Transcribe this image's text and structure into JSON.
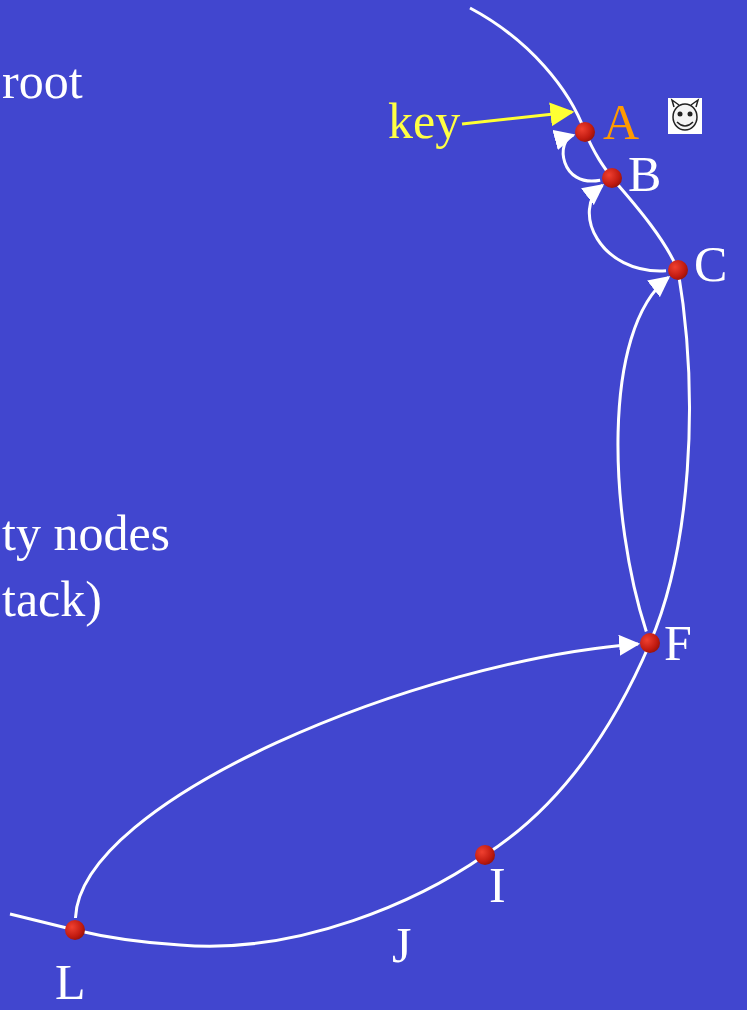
{
  "diagram": {
    "nodes": [
      {
        "text": [
          "A"
        ]
      },
      {
        "text": [
          "B"
        ]
      },
      {
        "text": [
          "C"
        ]
      },
      {
        "text": [
          "F"
        ]
      },
      {
        "text": [
          "I"
        ]
      },
      {
        "text": [
          "L"
        ]
      }
    ],
    "edges": [
      {
        "from": 5,
        "to": 3,
        "arrow": "to"
      },
      {
        "from": 3,
        "to": 2,
        "arrow": "to"
      },
      {
        "from": 2,
        "to": 1,
        "arrow": "to"
      },
      {
        "from": 1,
        "to": 0,
        "arrow": "to"
      }
    ],
    "labels": [
      "root",
      "key",
      "ty nodes",
      "tack)",
      "J"
    ]
  }
}
